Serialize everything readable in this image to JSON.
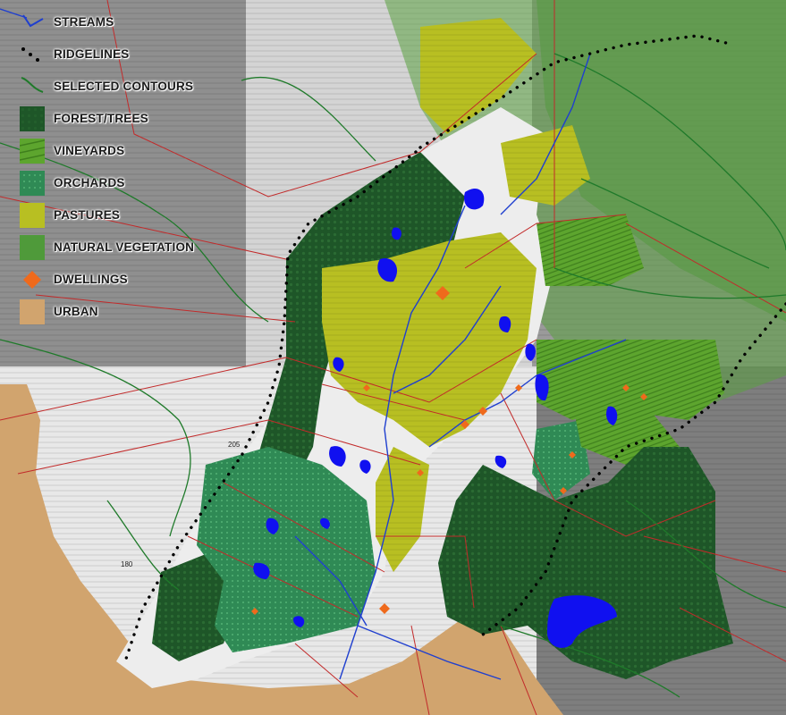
{
  "legend": {
    "items": [
      {
        "label": "STREAMS",
        "symbol": "stream-line",
        "color": "#1f3fcf"
      },
      {
        "label": "RIDGELINES",
        "symbol": "dotted-line",
        "color": "#000000"
      },
      {
        "label": "SELECTED CONTOURS",
        "symbol": "contour-line",
        "color": "#1f7a2a"
      },
      {
        "label": "FOREST/TREES",
        "symbol": "swatch",
        "color": "#1e5628"
      },
      {
        "label": "VINEYARDS",
        "symbol": "swatch",
        "color": "#5da52e"
      },
      {
        "label": "ORCHARDS",
        "symbol": "swatch",
        "color": "#2f8a55"
      },
      {
        "label": "PASTURES",
        "symbol": "swatch",
        "color": "#b8bf22"
      },
      {
        "label": "NATURAL VEGETATION",
        "symbol": "swatch",
        "color": "#4f9a3a"
      },
      {
        "label": "DWELLINGS",
        "symbol": "diamond",
        "color": "#ef6a1c"
      },
      {
        "label": "URBAN",
        "symbol": "swatch",
        "color": "#d1a46e"
      }
    ]
  },
  "contour_labels": [
    "205",
    "180"
  ],
  "colors": {
    "forest": "#1e5628",
    "vineyards": "#5da52e",
    "orchards": "#2f8a55",
    "pastures": "#b8bf22",
    "natural_vegetation": "#4f9a3a",
    "urban": "#d1a46e",
    "water": "#1010f0",
    "dwellings": "#ef6a1c",
    "parcel_lines": "#c22a2a"
  }
}
